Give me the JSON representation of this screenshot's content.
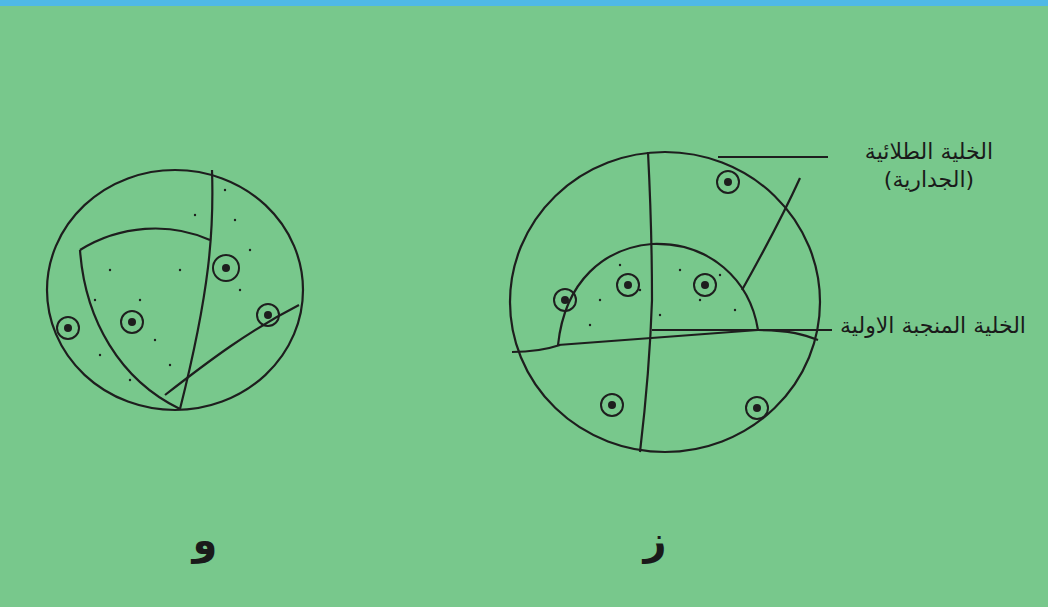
{
  "diagram": {
    "labels": [
      "الخلية الطلائية (الجدارية)",
      "الخلية المنجبة الاولية",
      "و",
      "ز"
    ]
  }
}
